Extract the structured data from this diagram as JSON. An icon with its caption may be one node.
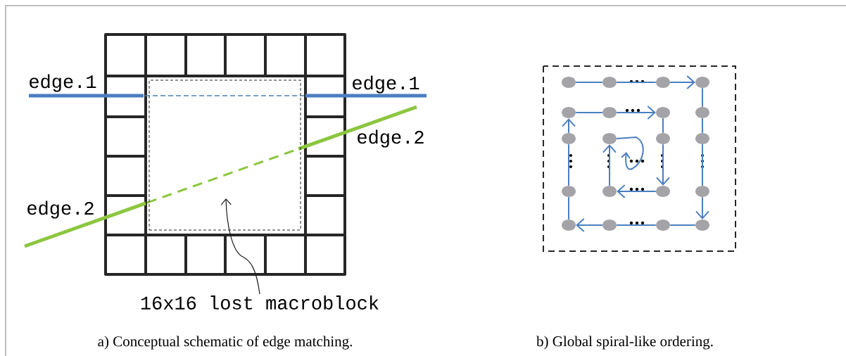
{
  "diagram": {
    "nodes": [
      {
        "text": [],
        "shape": "box"
      },
      {
        "text": [
          "16x16 lost macroblock"
        ]
      },
      {
        "text": [],
        "shape": "circle"
      },
      {
        "text": [],
        "shape": "circle"
      },
      {
        "text": [],
        "shape": "circle"
      },
      {
        "text": [],
        "shape": "circle"
      },
      {
        "text": [],
        "shape": "circle"
      },
      {
        "text": [],
        "shape": "circle"
      },
      {
        "text": [],
        "shape": "circle"
      },
      {
        "text": [],
        "shape": "circle"
      },
      {
        "text": [],
        "shape": "circle"
      },
      {
        "text": [],
        "shape": "circle"
      },
      {
        "text": [],
        "shape": "circle"
      },
      {
        "text": [],
        "shape": "circle"
      },
      {
        "text": [],
        "shape": "circle"
      },
      {
        "text": [],
        "shape": "circle"
      },
      {
        "text": [],
        "shape": "circle"
      },
      {
        "text": [],
        "shape": "circle"
      },
      {
        "text": [],
        "shape": "circle"
      },
      {
        "text": [],
        "shape": "circle"
      },
      {
        "text": [],
        "shape": "circle"
      },
      {
        "text": [],
        "shape": "circle"
      }
    ],
    "edges": [
      {
        "from": 1,
        "to": 0,
        "arrow": "to",
        "color": "#1a1a1a"
      },
      {
        "from": 2,
        "to": 3,
        "arrow": "none"
      },
      {
        "from": 3,
        "to": 4,
        "arrow": "none"
      },
      {
        "from": 4,
        "to": 5,
        "arrow": "to"
      },
      {
        "from": 5,
        "to": 9,
        "arrow": "none"
      },
      {
        "from": 9,
        "to": 13,
        "arrow": "none"
      },
      {
        "from": 13,
        "to": 17,
        "arrow": "none"
      },
      {
        "from": 17,
        "to": 21,
        "arrow": "to"
      },
      {
        "from": 21,
        "to": 20,
        "arrow": "none"
      },
      {
        "from": 20,
        "to": 19,
        "arrow": "none"
      },
      {
        "from": 19,
        "to": 18,
        "arrow": "to"
      },
      {
        "from": 18,
        "to": 14,
        "arrow": "none"
      },
      {
        "from": 14,
        "to": 10,
        "arrow": "none"
      },
      {
        "from": 10,
        "to": 6,
        "arrow": "to"
      },
      {
        "from": 6,
        "to": 7,
        "arrow": "none"
      },
      {
        "from": 7,
        "to": 8,
        "arrow": "to"
      },
      {
        "from": 8,
        "to": 12,
        "arrow": "none"
      },
      {
        "from": 12,
        "to": 16,
        "arrow": "to"
      },
      {
        "from": 16,
        "to": 15,
        "arrow": "to"
      },
      {
        "from": 15,
        "to": 11,
        "arrow": "to"
      },
      {
        "from": 11,
        "to": null,
        "arrow": "to"
      }
    ],
    "labels": [
      "edge.1",
      "edge.1",
      "edge.2",
      "edge.2",
      "a) Conceptual schematic of edge matching.",
      "b) Global spiral-like ordering."
    ]
  }
}
